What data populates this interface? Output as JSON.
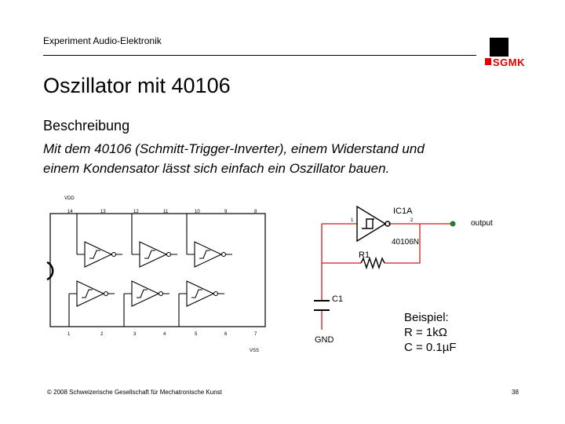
{
  "header": {
    "title": "Experiment Audio-Elektronik"
  },
  "logo": {
    "text": "SGMK",
    "accent": "#e00000"
  },
  "slide": {
    "title": "Oszillator mit 40106",
    "subheading": "Beschreibung",
    "line1": "Mit dem 40106 (Schmitt-Trigger-Inverter), einem Widerstand und",
    "line2": "einem Kondensator lässt sich einfach ein Oszillator bauen."
  },
  "ic_diagram": {
    "vdd": "VDD",
    "vss": "VSS",
    "top_pins": [
      "14",
      "13",
      "12",
      "11",
      "10",
      "9",
      "8"
    ],
    "bottom_pins": [
      "1",
      "2",
      "3",
      "4",
      "5",
      "6",
      "7"
    ]
  },
  "oscillator": {
    "ic_label": "IC1A",
    "part_label": "40106N",
    "pin_in": "1",
    "pin_out": "2",
    "output_label": "output",
    "resistor_label": "R1",
    "capacitor_label": "C1",
    "ground_label": "GND"
  },
  "example": {
    "title": "Beispiel:",
    "r_value": "R = 1kΩ",
    "c_value": "C = 0.1µF"
  },
  "footer": {
    "copyright": "© 2008 Schweizerische Gesellschaft für Mechatronische Kunst",
    "page_number": "38"
  }
}
